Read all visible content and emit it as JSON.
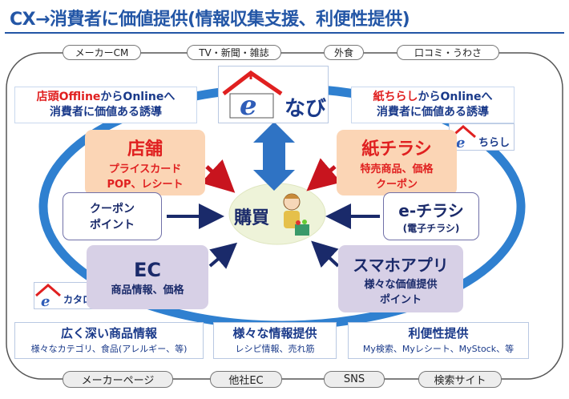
{
  "title": "CX→消費者に価値提供(情報収集支援、利便性提供)",
  "top_pills": [
    "メーカーCM",
    "TV・新聞・雑誌",
    "外食",
    "口コミ・うわさ"
  ],
  "bottom_pills": [
    "メーカーページ",
    "他社EC",
    "SNS",
    "検索サイト"
  ],
  "center": {
    "label": "購買"
  },
  "callout_left": {
    "red": "店頭Offline",
    "rest": "からOnlineへ",
    "line2": "消費者に価値ある誘導"
  },
  "callout_right": {
    "red": "紙ちらし",
    "rest": "からOnlineへ",
    "line2": "消費者に価値ある誘導"
  },
  "logo_top": {
    "text": "なび"
  },
  "logo_chirashi": {
    "text": "ちらし"
  },
  "logo_catalog": {
    "text": "カタログ"
  },
  "box_store": {
    "title": "店舗",
    "line1": "プライスカード",
    "line2": "POP、レシート"
  },
  "box_flyer": {
    "title": "紙チラシ",
    "line1": "特売商品、価格",
    "line2": "クーポン"
  },
  "box_coupon": {
    "line1": "クーポン",
    "line2": "ポイント"
  },
  "box_echirashi": {
    "title": "e-チラシ",
    "sub": "(電子チラシ)"
  },
  "box_ec": {
    "title": "EC",
    "sub": "商品情報、価格"
  },
  "box_app": {
    "title": "スマホアプリ",
    "line1": "様々な価値提供",
    "line2": "ポイント"
  },
  "bottom_boxes": [
    {
      "title": "広く深い商品情報",
      "sub": "様々なカテゴリ、食品(アレルギー、等)"
    },
    {
      "title": "様々な情報提供",
      "sub": "レシピ情報、売れ筋"
    },
    {
      "title": "利便性提供",
      "sub": "My検索、Myレシート、MyStock、等"
    }
  ],
  "colors": {
    "navy": "#1a3a8a",
    "ring": "#2f80d0",
    "red_arrow": "#c8141e",
    "peach": "#fbd5b5",
    "lavender": "#d7d0e6",
    "center": "#eef3d9"
  }
}
